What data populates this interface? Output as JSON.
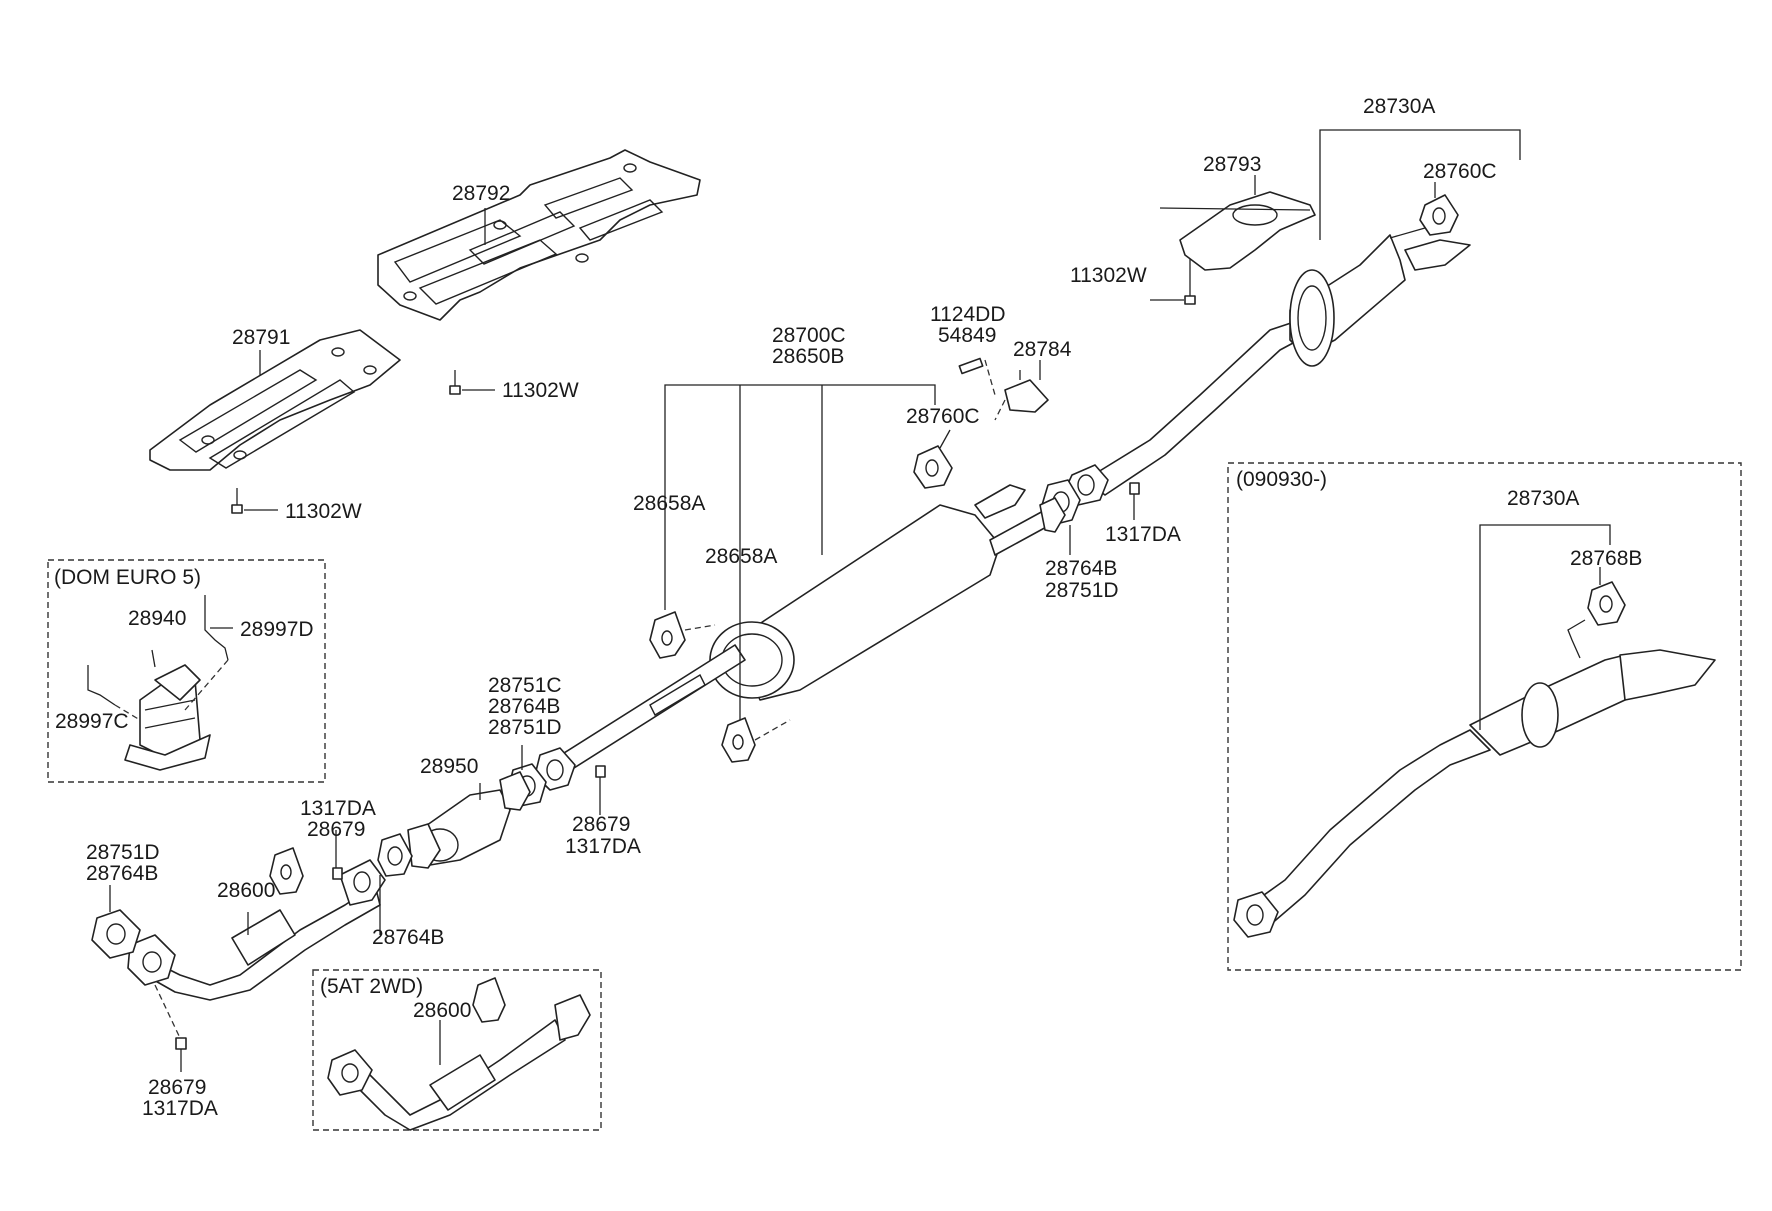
{
  "labels": {
    "l28730A_top": "28730A",
    "l28793": "28793",
    "l28760C_top": "28760C",
    "l11302W_r": "11302W",
    "l28792": "28792",
    "l28791": "28791",
    "l11302W_m": "11302W",
    "l11302W_l": "11302W",
    "l1124DD": "1124DD",
    "l54849": "54849",
    "l28784": "28784",
    "l28700C": "28700C",
    "l28650B": "28650B",
    "l28760C_mid": "28760C",
    "l28658A_1": "28658A",
    "l28658A_2": "28658A",
    "l1317DA_r": "1317DA",
    "l28764B_r": "28764B",
    "l28751D_r": "28751D",
    "l28751C": "28751C",
    "l28764B_m": "28764B",
    "l28751D_m": "28751D",
    "l28950": "28950",
    "l28679_m": "28679",
    "l1317DA_m": "1317DA",
    "l1317DA_l": "1317DA",
    "l28679_l": "28679",
    "l28751D_l": "28751D",
    "l28764B_l": "28764B",
    "l28600": "28600",
    "l28764B_b": "28764B",
    "l28679_b": "28679",
    "l1317DA_b": "1317DA",
    "l28940": "28940",
    "l28997D": "28997D",
    "l28997C": "28997C",
    "l28730A_box": "28730A",
    "l28768B": "28768B",
    "l28600_box": "28600"
  },
  "boxes": {
    "dom_euro5": "(DOM EURO 5)",
    "at_2wd": "(5AT 2WD)",
    "date_090930": "(090930-)"
  }
}
